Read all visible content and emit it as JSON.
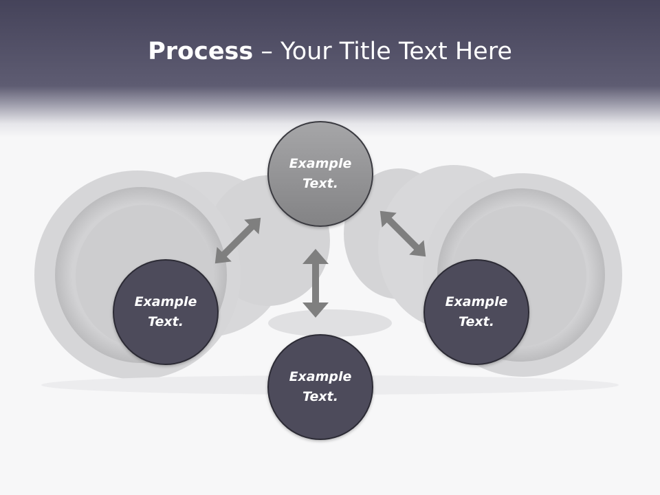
{
  "title": {
    "bold": "Process",
    "rest": " – Your Title Text Here"
  },
  "nodes": {
    "top": {
      "label": "Example Text."
    },
    "left": {
      "label": "Example Text."
    },
    "right": {
      "label": "Example Text."
    },
    "bottom": {
      "label": "Example Text."
    }
  },
  "colors": {
    "header": "#55536a",
    "node_dark": "#4d4b5b",
    "node_light": "#9a9a9c",
    "arrow": "#7f7f7f"
  }
}
